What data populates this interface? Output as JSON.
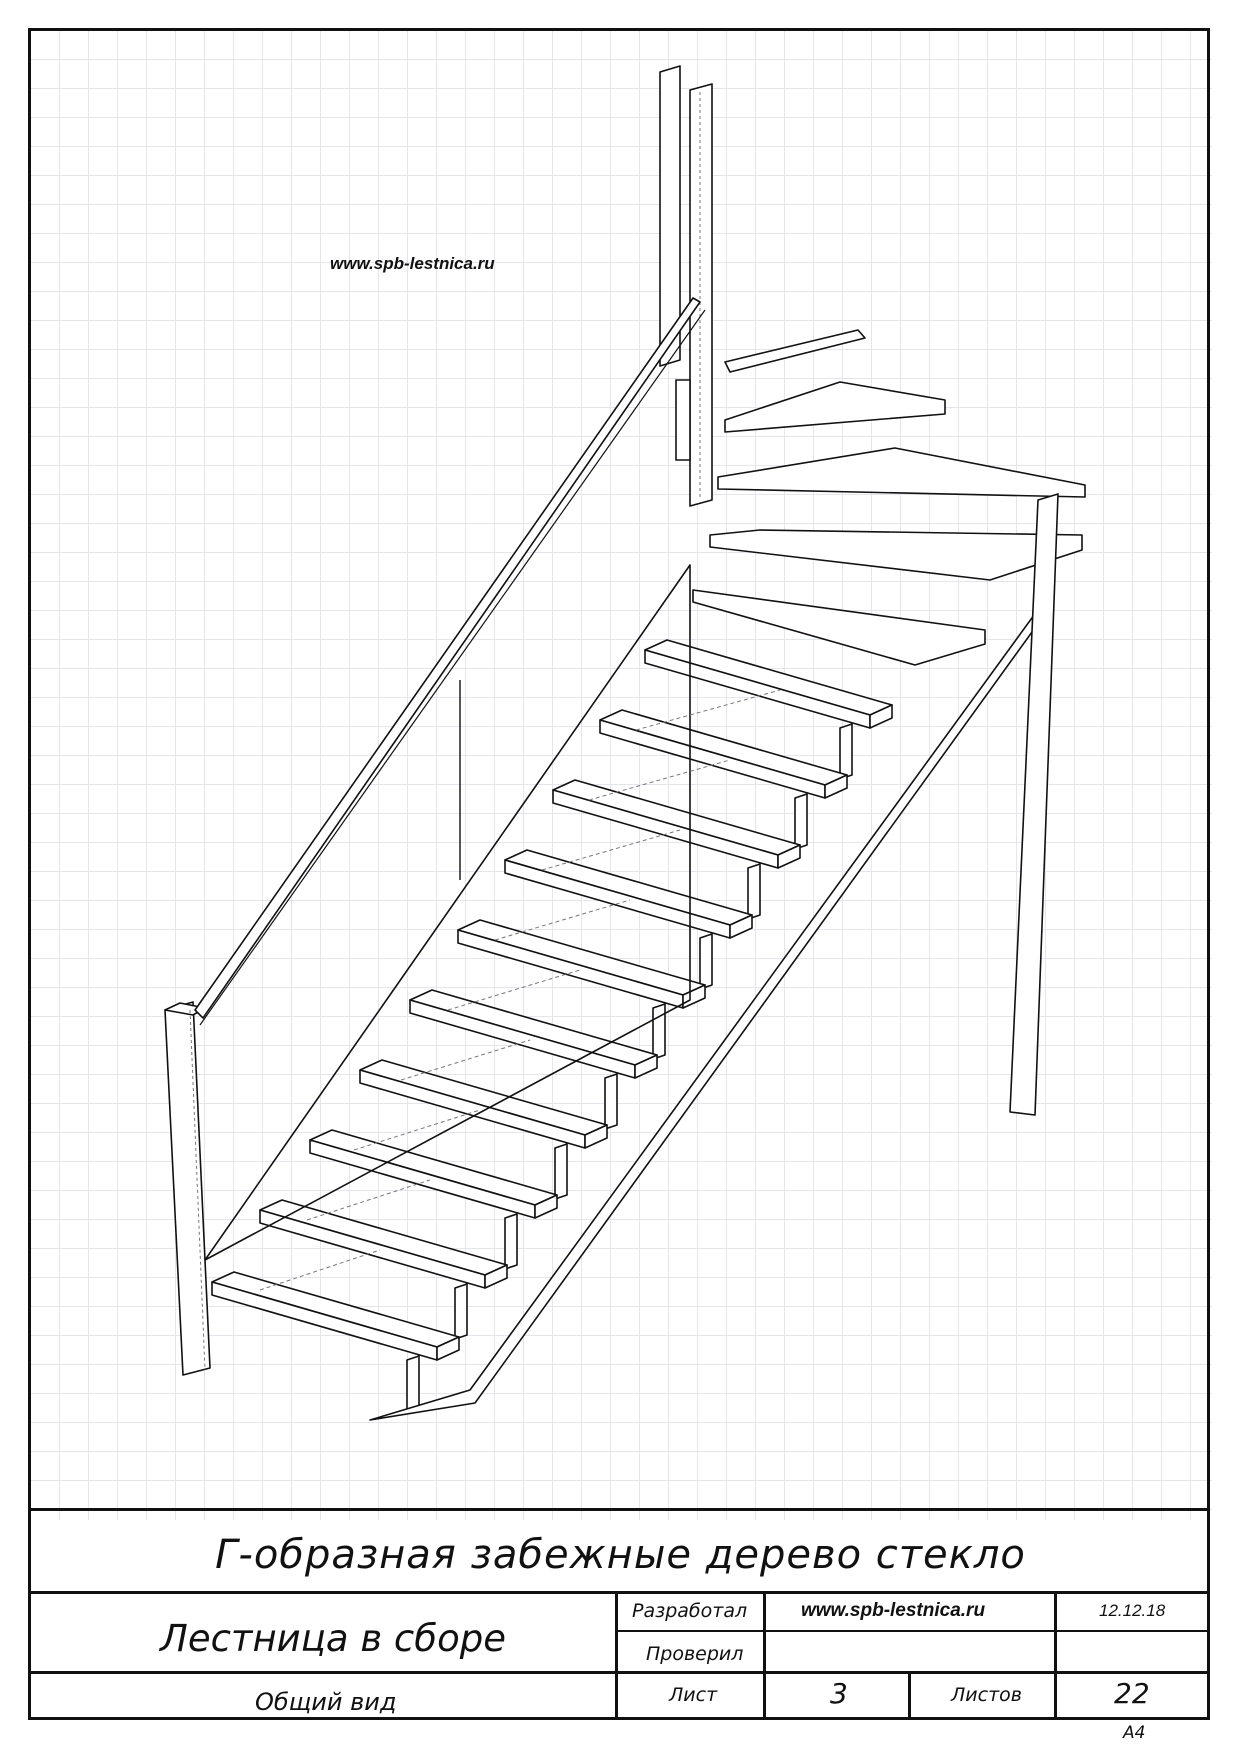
{
  "watermark": "www.spb-lestnica.ru",
  "title_block": {
    "sheet_title": "Г-образная забежные дерево стекло",
    "drawing_name": "Лестница в сборе",
    "view_name": "Общий вид",
    "developed_label": "Разработал",
    "developed_value": "www.spb-lestnica.ru",
    "date": "12.12.18",
    "checked_label": "Проверил",
    "sheet_label": "Лист",
    "sheet_number": "3",
    "sheets_label": "Листов",
    "sheets_total": "22",
    "format": "A4"
  }
}
